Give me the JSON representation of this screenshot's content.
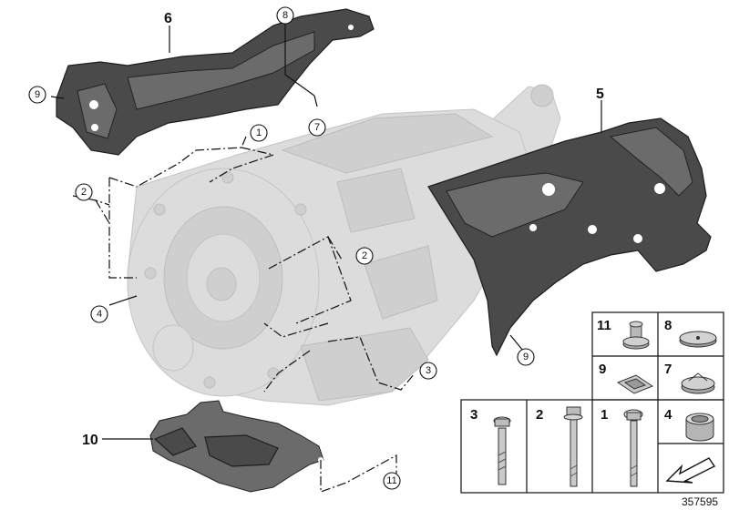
{
  "callouts": {
    "l1": "1",
    "l2a": "2",
    "l2b": "2",
    "l3": "3",
    "l4": "4",
    "l5": "5",
    "l6": "6",
    "l7": "7",
    "l8": "8",
    "l9a": "9",
    "l9b": "9",
    "l10": "10",
    "l11": "11"
  },
  "parts_table": {
    "cells": [
      "11",
      "8",
      "9",
      "7",
      "3",
      "2",
      "1",
      "4"
    ]
  },
  "doc_number": "357595"
}
